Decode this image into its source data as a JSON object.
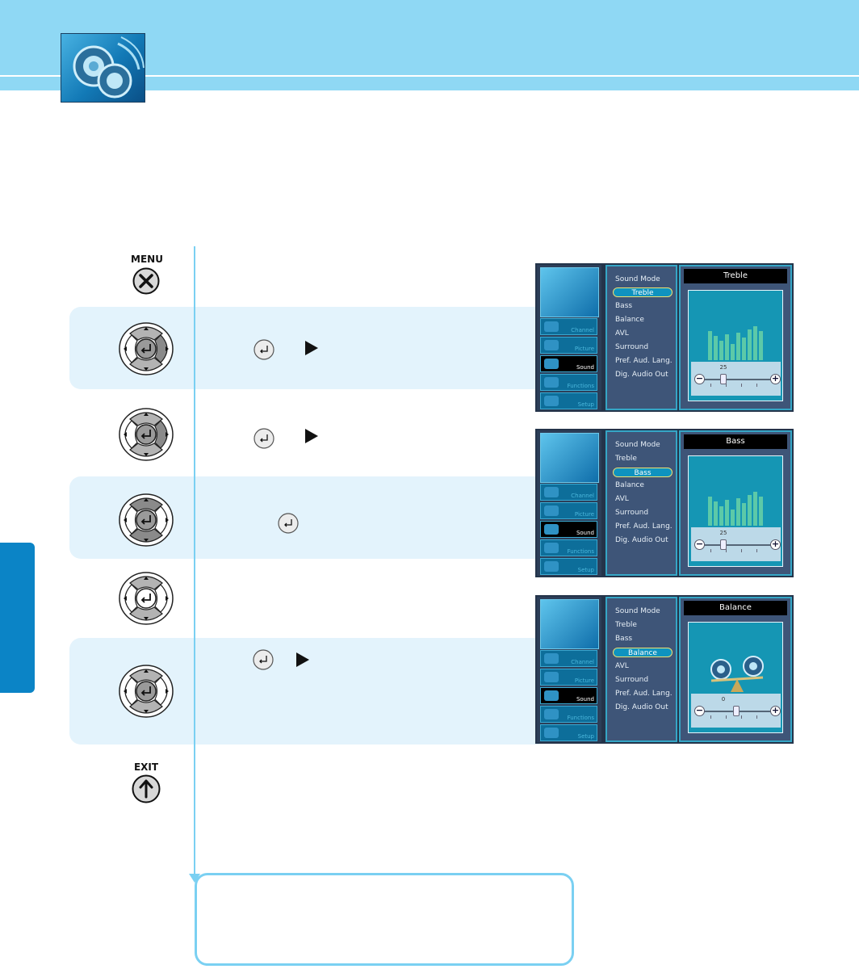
{
  "nav": {
    "menu_label": "MENU",
    "exit_label": "EXIT"
  },
  "osd_screens": [
    {
      "panel_title": "Treble",
      "menu_items": [
        "Sound Mode",
        "Treble",
        "Bass",
        "Balance",
        "AVL",
        "Surround",
        "Pref. Aud. Lang.",
        "Dig. Audio Out"
      ],
      "selected_item": "Treble",
      "slider_value": "25",
      "categories": [
        "Channel",
        "Picture",
        "Sound",
        "Functions",
        "Setup"
      ],
      "selected_category": "Sound"
    },
    {
      "panel_title": "Bass",
      "menu_items": [
        "Sound Mode",
        "Treble",
        "Bass",
        "Balance",
        "AVL",
        "Surround",
        "Pref. Aud. Lang.",
        "Dig. Audio Out"
      ],
      "selected_item": "Bass",
      "slider_value": "25",
      "categories": [
        "Channel",
        "Picture",
        "Sound",
        "Functions",
        "Setup"
      ],
      "selected_category": "Sound"
    },
    {
      "panel_title": "Balance",
      "menu_items": [
        "Sound Mode",
        "Treble",
        "Bass",
        "Balance",
        "AVL",
        "Surround",
        "Pref. Aud. Lang.",
        "Dig. Audio Out"
      ],
      "selected_item": "Balance",
      "slider_value": "0",
      "categories": [
        "Channel",
        "Picture",
        "Sound",
        "Functions",
        "Setup"
      ],
      "selected_category": "Sound"
    }
  ],
  "colors": {
    "header": "#8fd8f4",
    "accent_line": "#7ad0f2",
    "band": "#e3f3fc",
    "side_tab": "#0b84c6"
  }
}
